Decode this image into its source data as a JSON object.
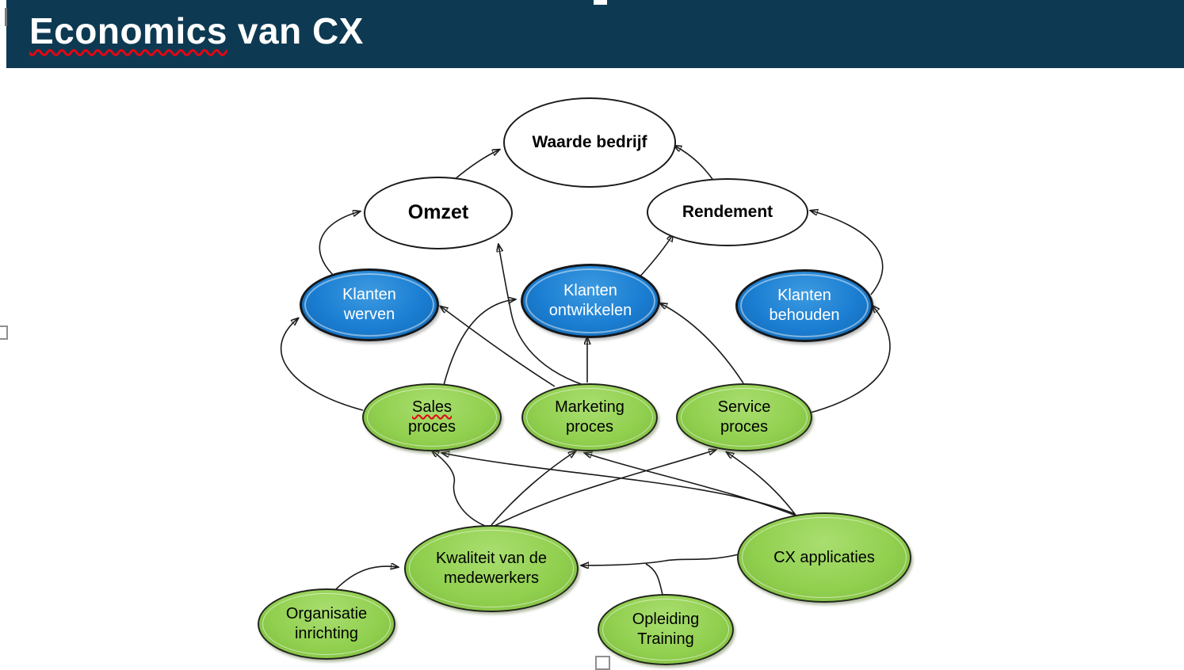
{
  "header": {
    "title_word": "Economics",
    "title_rest": "van CX",
    "bg_color": "#0d3a52",
    "title_color": "#ffffff",
    "misspelling_underline_color": "#e30613"
  },
  "colors": {
    "node_blue": "#1b7ed2",
    "node_green": "#92d050",
    "node_white": "#ffffff",
    "edge_stroke": "#1a1a1a"
  },
  "diagram": {
    "nodes": [
      {
        "id": "waarde-bedrijf",
        "label": "Waarde bedrijf",
        "type": "white"
      },
      {
        "id": "omzet",
        "label": "Omzet",
        "type": "white"
      },
      {
        "id": "rendement",
        "label": "Rendement",
        "type": "white"
      },
      {
        "id": "klanten-werven",
        "label": "Klanten\nwerven",
        "type": "blue"
      },
      {
        "id": "klanten-ontwikkelen",
        "label": "Klanten\nontwikkelen",
        "type": "blue"
      },
      {
        "id": "klanten-behouden",
        "label": "Klanten\nbehouden",
        "type": "blue"
      },
      {
        "id": "sales-proces",
        "line1": "Sales",
        "line2": "proces",
        "type": "green",
        "misspelled": true
      },
      {
        "id": "marketing-proces",
        "label": "Marketing\nproces",
        "type": "green"
      },
      {
        "id": "service-proces",
        "label": "Service\nproces",
        "type": "green"
      },
      {
        "id": "kwaliteit-medewerkers",
        "label": "Kwaliteit van de\nmedewerkers",
        "type": "green"
      },
      {
        "id": "cx-applicaties",
        "label": "CX applicaties",
        "type": "green"
      },
      {
        "id": "organisatie-inrichting",
        "label": "Organisatie\ninrichting",
        "type": "green"
      },
      {
        "id": "opleiding-training",
        "label": "Opleiding\nTraining",
        "type": "green"
      }
    ],
    "edges": [
      {
        "from": "Omzet",
        "to": "Waarde bedrijf"
      },
      {
        "from": "Rendement",
        "to": "Waarde bedrijf"
      },
      {
        "from": "Klanten werven",
        "to": "Omzet"
      },
      {
        "from": "Marketing proces",
        "to": "Omzet"
      },
      {
        "from": "Klanten ontwikkelen",
        "to": "Rendement"
      },
      {
        "from": "Klanten behouden",
        "to": "Rendement"
      },
      {
        "from": "Sales proces",
        "to": "Klanten werven"
      },
      {
        "from": "Marketing proces",
        "to": "Klanten werven"
      },
      {
        "from": "Sales proces",
        "to": "Klanten ontwikkelen"
      },
      {
        "from": "Marketing proces",
        "to": "Klanten ontwikkelen"
      },
      {
        "from": "Service proces",
        "to": "Klanten ontwikkelen"
      },
      {
        "from": "Service proces",
        "to": "Klanten behouden"
      },
      {
        "from": "Kwaliteit van de medewerkers",
        "to": "Sales proces"
      },
      {
        "from": "Kwaliteit van de medewerkers",
        "to": "Marketing proces"
      },
      {
        "from": "Kwaliteit van de medewerkers",
        "to": "Service proces"
      },
      {
        "from": "CX applicaties",
        "to": "Sales proces"
      },
      {
        "from": "CX applicaties",
        "to": "Marketing proces"
      },
      {
        "from": "CX applicaties",
        "to": "Service proces"
      },
      {
        "from": "Organisatie inrichting",
        "to": "Kwaliteit van de medewerkers"
      },
      {
        "from": "CX applicaties",
        "to": "Kwaliteit van de medewerkers"
      },
      {
        "from": "Opleiding Training",
        "to": "Kwaliteit van de medewerkers"
      }
    ]
  }
}
